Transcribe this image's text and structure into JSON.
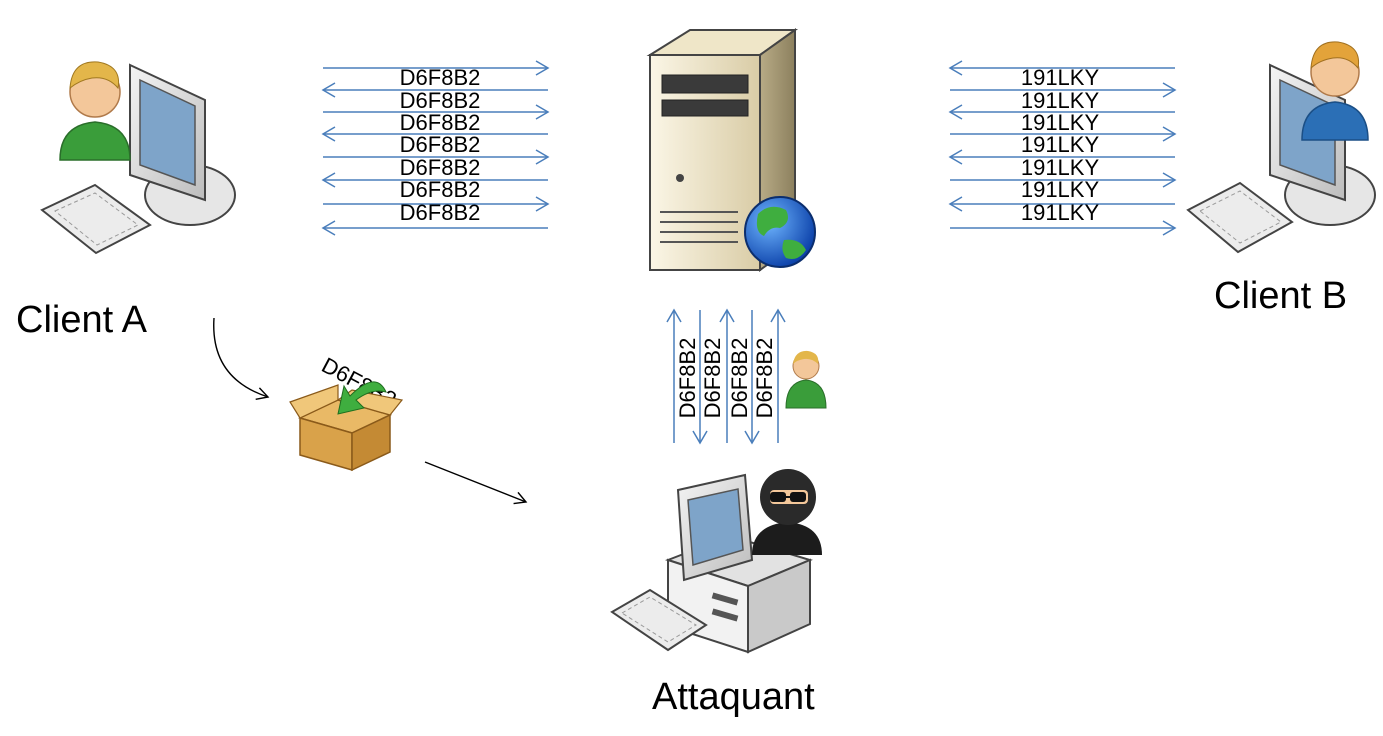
{
  "nodes": {
    "client_a": {
      "label": "Client A"
    },
    "client_b": {
      "label": "Client B"
    },
    "attacker": {
      "label": "Attaquant"
    },
    "server": {
      "label": ""
    }
  },
  "tokens": {
    "client_a_token": "D6F8B2",
    "client_b_token": "191LKY",
    "stolen_token": "D6F8B2"
  },
  "exchanges": {
    "client_a_server": {
      "token": "D6F8B2",
      "count": 7,
      "directions": [
        "right",
        "left",
        "right",
        "left",
        "right",
        "left",
        "right",
        "left"
      ]
    },
    "server_client_b": {
      "token": "191LKY",
      "count": 7,
      "directions": [
        "left",
        "right",
        "left",
        "right",
        "left",
        "right",
        "left",
        "right"
      ]
    },
    "attacker_server": {
      "token": "D6F8B2",
      "count": 4
    }
  },
  "colors": {
    "arrow_blue": "#4a7ebb",
    "client_a_shirt": "#3a9d3a",
    "client_b_shirt": "#2b6fb6",
    "box_brown": "#d9a24a"
  },
  "icons": [
    "user-computer-icon",
    "server-globe-icon",
    "box-icon",
    "hacker-computer-icon",
    "user-icon"
  ]
}
